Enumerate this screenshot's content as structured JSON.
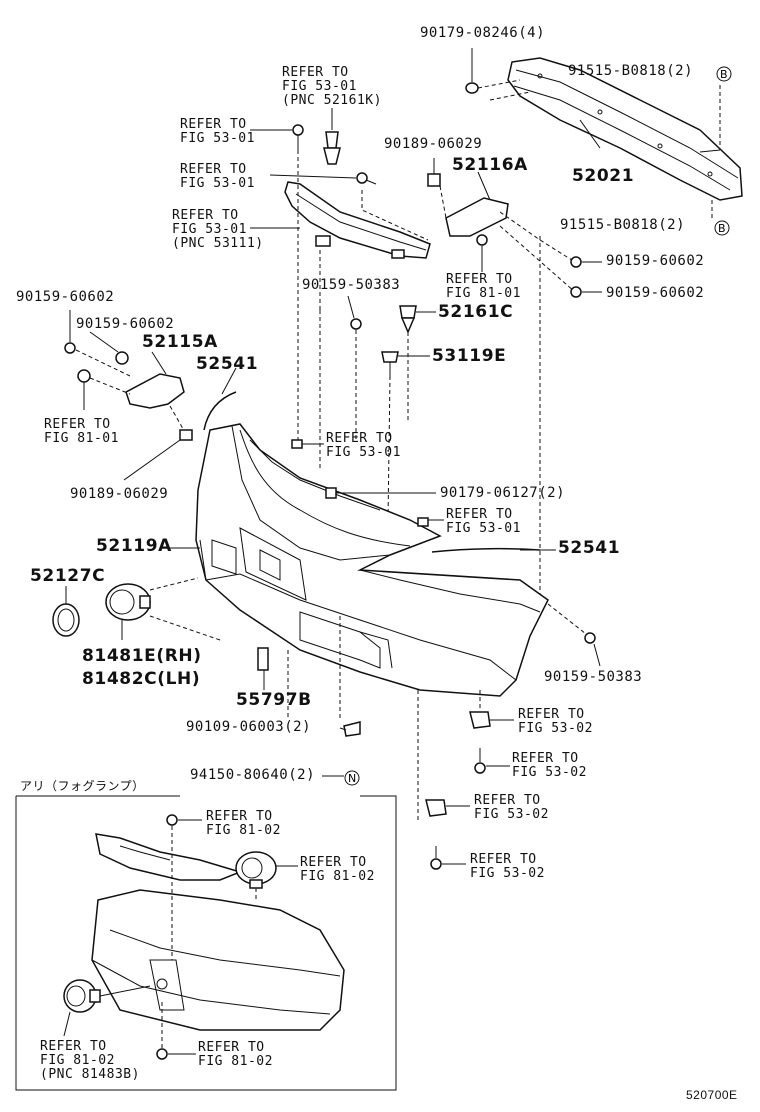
{
  "part_numbers": [
    "90179-08246(4)",
    "91515-B0818(2)",
    "52021",
    "91515-B0818(2)",
    "90159-60602",
    "90159-60602",
    "90189-06029",
    "52116A",
    "90159-50383",
    "52161C",
    "53119E",
    "90159-60602",
    "90159-60602",
    "52115A",
    "52541",
    "90189-06029",
    "90179-06127(2)",
    "52119A",
    "52541",
    "52127C",
    "81481E(RH)",
    "81482C(LH)",
    "90159-50383",
    "55797B",
    "90109-06003(2)",
    "94150-80640(2)"
  ],
  "references": [
    "REFER TO\nFIG 53-01\n(PNC 52161K)",
    "REFER TO\nFIG 53-01",
    "REFER TO\nFIG 53-01",
    "REFER TO\nFIG 53-01\n(PNC 53111)",
    "REFER TO\nFIG 81-01",
    "REFER TO\nFIG 81-01",
    "REFER TO\nFIG 53-01",
    "REFER TO\nFIG 53-01",
    "REFER TO\nFIG 53-02",
    "REFER TO\nFIG 53-02",
    "REFER TO\nFIG 53-02",
    "REFER TO\nFIG 53-02"
  ],
  "inset": {
    "title": "アリ（フォグランプ）",
    "references": [
      "REFER TO\nFIG 81-02",
      "REFER TO\nFIG 81-02",
      "REFER TO\nFIG 81-02\n(PNC 81483B)",
      "REFER TO\nFIG 81-02"
    ]
  },
  "markers": [
    "B",
    "B",
    "N"
  ],
  "diagram_code": "520700E"
}
